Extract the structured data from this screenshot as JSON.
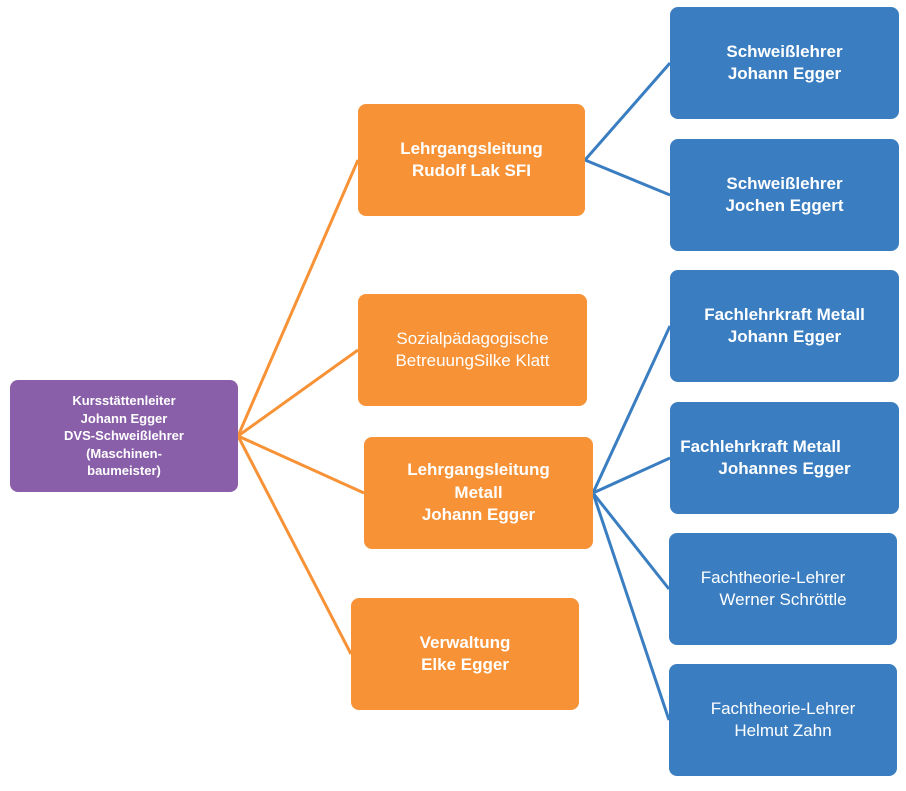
{
  "colors": {
    "root_fill": "#8a5fa9",
    "mid_fill": "#f79236",
    "leaf_fill": "#3a7ec1",
    "orange_line": "#f79236",
    "blue_line": "#3a7ec1"
  },
  "root": {
    "lines": [
      "Kursstättenleiter",
      "Johann Egger",
      "DVS-Schweißlehrer",
      "(Maschinen-",
      "baumeister)"
    ]
  },
  "mid": [
    {
      "lines": [
        "Lehrgangsleitung",
        "Rudolf Lak SFI"
      ]
    },
    {
      "lines": [
        "Sozialpädagogische",
        "BetreuungSilke Klatt"
      ]
    },
    {
      "lines": [
        "Lehrgangsleitung",
        "Metall",
        "Johann Egger"
      ]
    },
    {
      "lines": [
        "Verwaltung",
        "Elke Egger"
      ]
    }
  ],
  "leaves": [
    {
      "lines": [
        "Schweißlehrer",
        "Johann Egger"
      ]
    },
    {
      "lines": [
        "Schweißlehrer",
        "Jochen Eggert"
      ]
    },
    {
      "lines": [
        "Fachlehrkraft Metall",
        "Johann Egger"
      ]
    },
    {
      "lines": [
        "Fachlehrkraft Metall",
        "Johannes Egger"
      ]
    },
    {
      "lines": [
        "Fachtheorie-Lehrer",
        "Werner Schröttle"
      ]
    },
    {
      "lines": [
        "Fachtheorie-Lehrer",
        "Helmut Zahn"
      ]
    }
  ]
}
